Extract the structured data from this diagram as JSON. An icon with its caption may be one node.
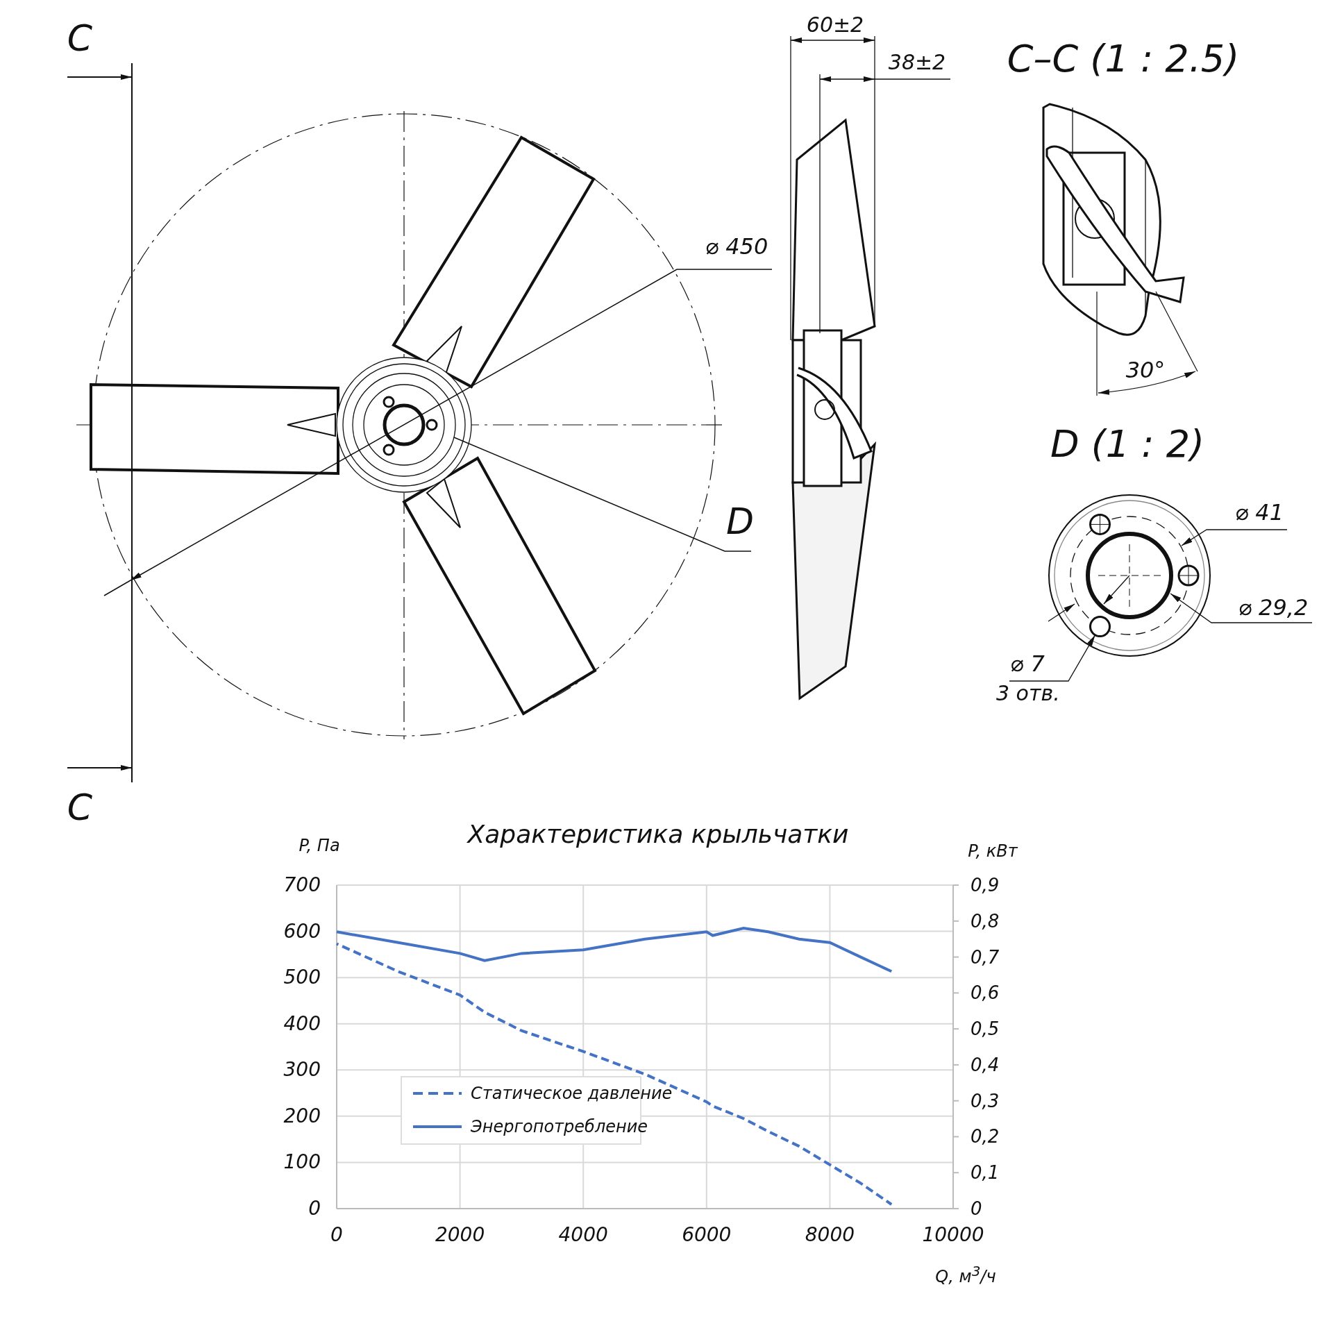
{
  "diagram": {
    "nodes": [
      {
        "text": [
          "⌀ 7",
          "3 отв."
        ]
      },
      {
        "text": [],
        "shape": "circle"
      }
    ],
    "edges": [
      {
        "from": 0,
        "to": 1,
        "arrow": "to"
      }
    ],
    "labels": [
      "C",
      "60±2",
      "38±2",
      "C–C (1 : 2.5)",
      "⌀ 450",
      "30°",
      "D (1 : 2)",
      "D",
      "⌀ 41",
      "⌀ 29,2",
      "C"
    ],
    "chart_data": {
      "type": "line",
      "title": "Характеристика крыльчатки",
      "xlabel": "Q, м$^{3}$/ч",
      "ylabel": "P, Па",
      "x": [
        0,
        1000,
        2000,
        2400,
        3000,
        4000,
        5000,
        6000,
        6100,
        6600,
        7000,
        7500,
        8000,
        8500,
        9000
      ],
      "xlim": [
        0,
        10000
      ],
      "ylim": [
        0,
        700
      ],
      "xticks": [
        0,
        2000,
        4000,
        6000,
        8000,
        10000
      ],
      "yticks": [
        0,
        100,
        200,
        300,
        400,
        500,
        600,
        700
      ],
      "y2label": "P, кВт",
      "y2lim": [
        0,
        0.9
      ],
      "y2ticks": [
        0,
        {
          "value": 0.1,
          "label": "0,1"
        },
        {
          "value": 0.2,
          "label": "0,2"
        },
        {
          "value": 0.3,
          "label": "0,3"
        },
        {
          "value": 0.4,
          "label": "0,4"
        },
        {
          "value": 0.5,
          "label": "0,5"
        },
        {
          "value": 0.6,
          "label": "0,6"
        },
        {
          "value": 0.7,
          "label": "0,7"
        },
        {
          "value": 0.8,
          "label": "0,8"
        },
        {
          "value": 0.9,
          "label": "0,9"
        }
      ],
      "grid": true,
      "legend": "lower left",
      "series": [
        {
          "name": "Статическое давление",
          "color": "#4472c4",
          "line_style": "dashed",
          "values": [
            573,
            513,
            462,
            425,
            385,
            340,
            291,
            231,
            222,
            195,
            167,
            135,
            95,
            55,
            9
          ]
        },
        {
          "name": "Энергопотребление",
          "color": "#4472c4",
          "line_style": "solid",
          "axis": "y2",
          "values": [
            0.77,
            0.74,
            0.71,
            0.69,
            0.71,
            0.72,
            0.75,
            0.77,
            0.76,
            0.78,
            0.77,
            0.75,
            0.74,
            0.7,
            0.66
          ]
        }
      ]
    }
  }
}
